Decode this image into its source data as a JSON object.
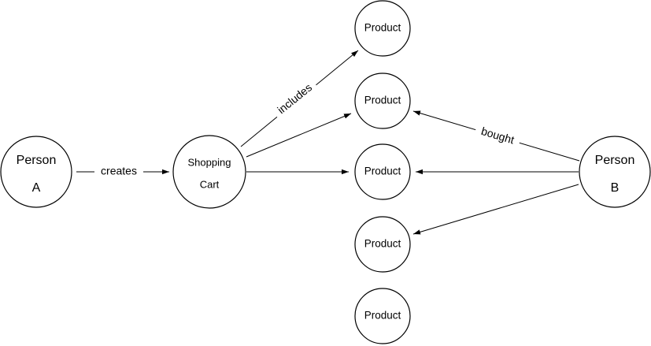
{
  "nodes": {
    "person_a": {
      "line1": "Person",
      "line2": "A"
    },
    "shopping_cart": {
      "line1": "Shopping",
      "line2": "Cart"
    },
    "product_1": {
      "label": "Product"
    },
    "product_2": {
      "label": "Product"
    },
    "product_3": {
      "label": "Product"
    },
    "product_4": {
      "label": "Product"
    },
    "product_5": {
      "label": "Product"
    },
    "person_b": {
      "line1": "Person",
      "line2": "B"
    }
  },
  "edges": {
    "creates": {
      "label": "creates"
    },
    "includes": {
      "label": "includes"
    },
    "bought": {
      "label": "bought"
    }
  },
  "colors": {
    "stroke": "#000000",
    "background": "#ffffff"
  }
}
